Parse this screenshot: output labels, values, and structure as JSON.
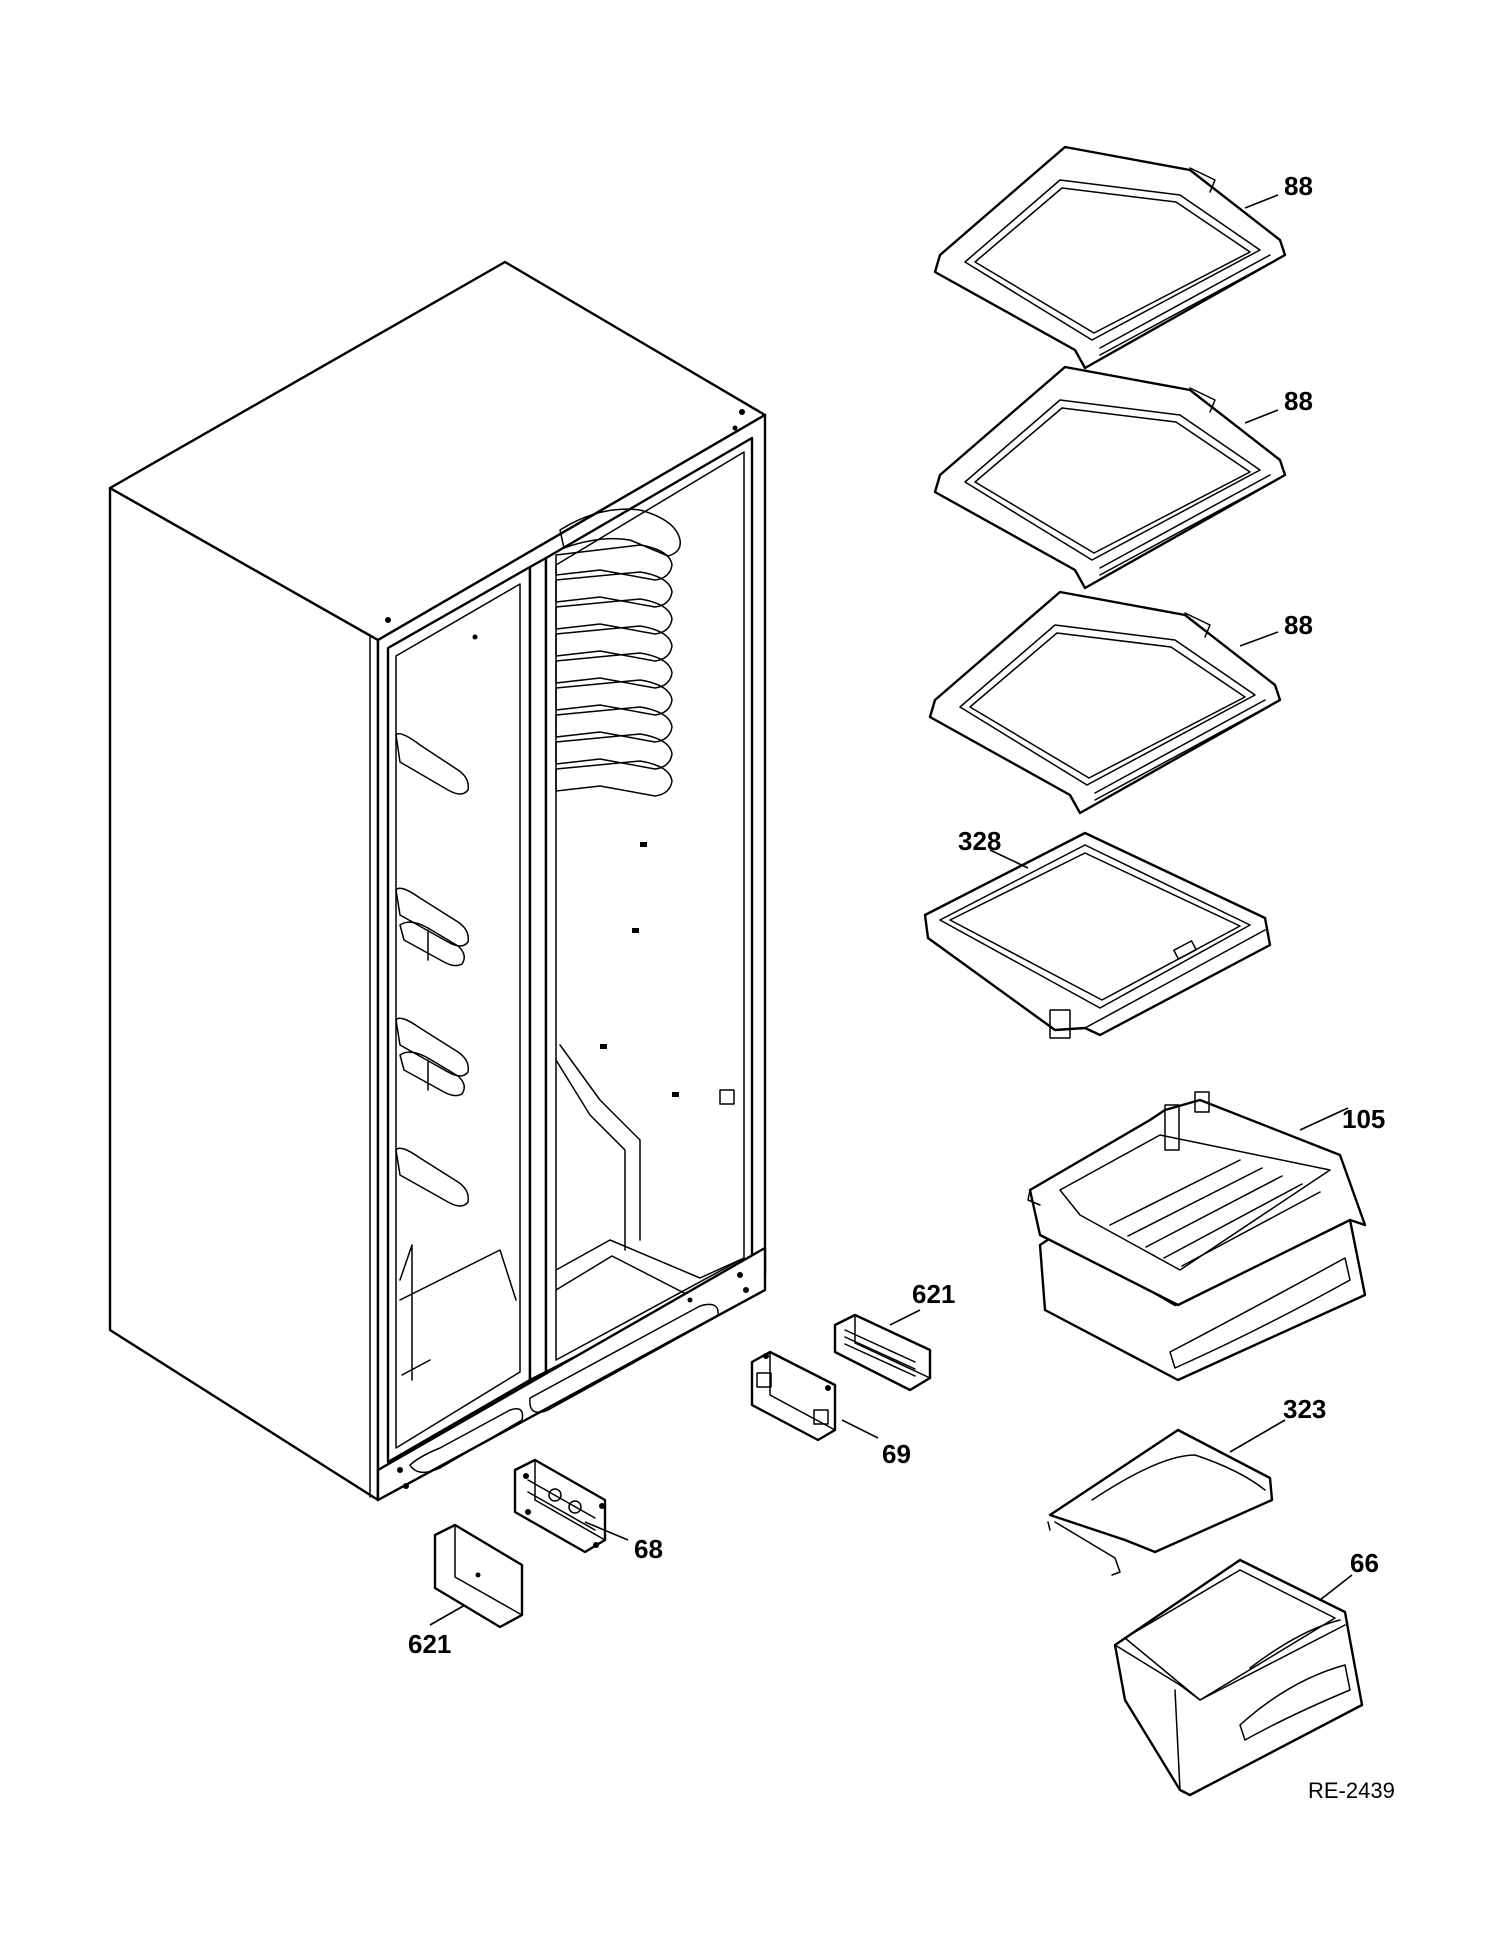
{
  "diagram": {
    "reference_code": "RE-2439",
    "callouts": [
      {
        "id": "shelf-1",
        "label": "88"
      },
      {
        "id": "shelf-2",
        "label": "88"
      },
      {
        "id": "shelf-3",
        "label": "88"
      },
      {
        "id": "crisper-cover",
        "label": "328"
      },
      {
        "id": "pan-105",
        "label": "105"
      },
      {
        "id": "cover-621-right",
        "label": "621"
      },
      {
        "id": "bracket-69",
        "label": "69"
      },
      {
        "id": "pan-cover-323",
        "label": "323"
      },
      {
        "id": "bracket-68",
        "label": "68"
      },
      {
        "id": "pan-66",
        "label": "66"
      },
      {
        "id": "cover-621-left",
        "label": "621"
      }
    ]
  }
}
